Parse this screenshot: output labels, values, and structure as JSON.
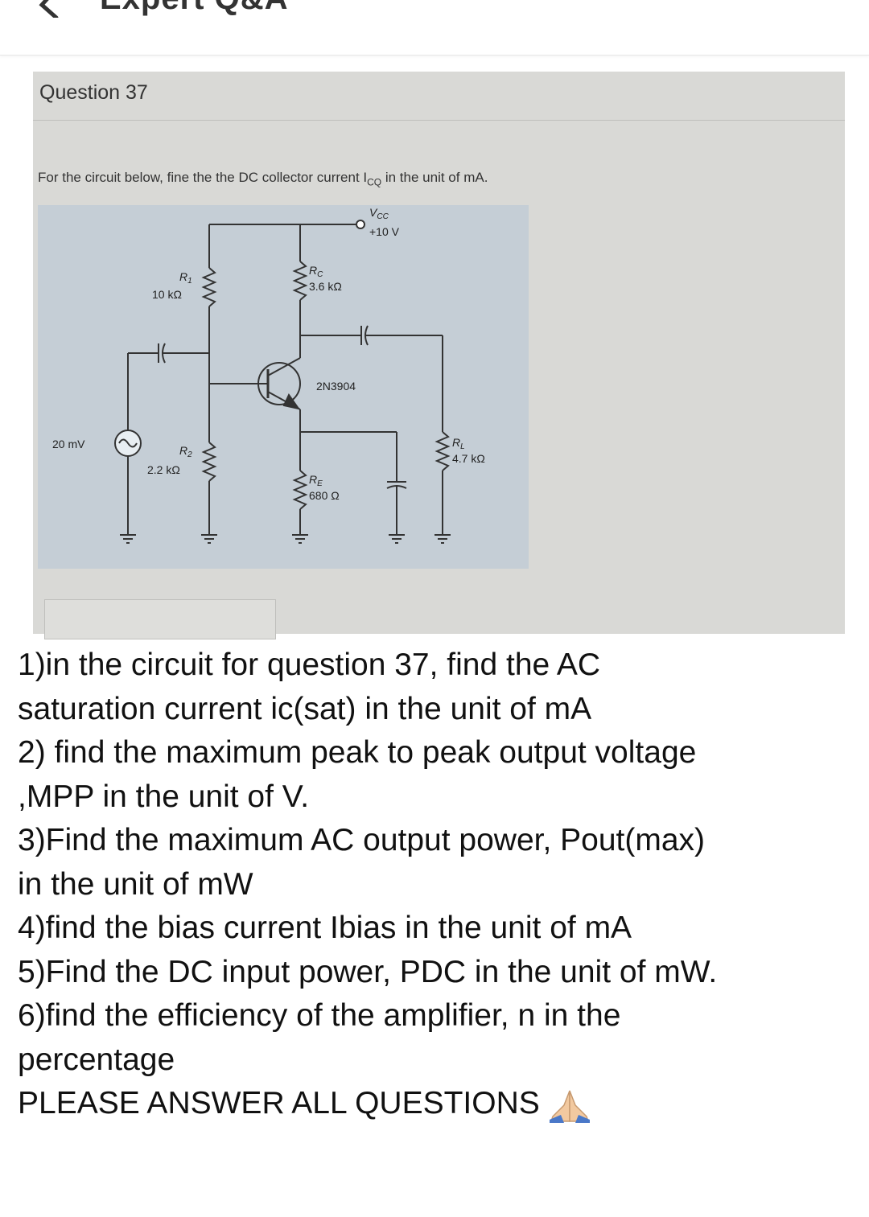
{
  "header": {
    "title": "Expert Q&A"
  },
  "question": {
    "label": "Question 37",
    "prompt_text": "For the circuit below, fine the the DC collector current I",
    "prompt_sub": "CQ",
    "prompt_tail": " in the unit of mA."
  },
  "circuit": {
    "vcc_label": "V",
    "vcc_sub": "CC",
    "vcc_value": "+10 V",
    "r1_label": "R",
    "r1_sub": "1",
    "r1_value": "10 kΩ",
    "r2_label": "R",
    "r2_sub": "2",
    "r2_value": "2.2 kΩ",
    "rc_label": "R",
    "rc_sub": "C",
    "rc_value": "3.6 kΩ",
    "re_label": "R",
    "re_sub": "E",
    "re_value": "680 Ω",
    "rl_label": "R",
    "rl_sub": "L",
    "rl_value": "4.7 kΩ",
    "transistor": "2N3904",
    "source": "20 mV"
  },
  "questions": [
    "1)in the circuit for question 37, find the AC",
    "saturation current ic(sat) in the unit of mA",
    "2) find the maximum peak to peak output voltage",
    ",MPP in the unit of V.",
    "3)Find the maximum AC output power, Pout(max)",
    "in the unit of mW",
    "4)find the bias current Ibias in the unit of mA",
    "5)Find the DC input power, PDC in the unit of mW.",
    "6)find the efficiency of the amplifier, n in the",
    "percentage",
    "PLEASE ANSWER ALL QUESTIONS"
  ],
  "icons": {
    "back": "chevron-left-icon",
    "emoji": "folded-hands-icon"
  }
}
